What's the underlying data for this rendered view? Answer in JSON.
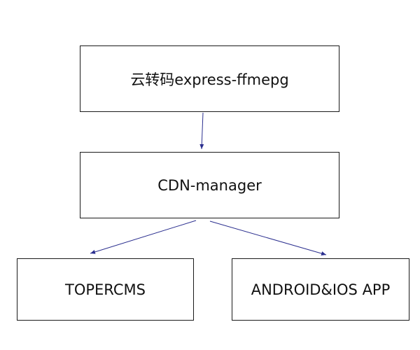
{
  "nodes": {
    "top": "云转码express-ffmepg",
    "middle": "CDN-manager",
    "left": "TOPERCMS",
    "right": "ANDROID&IOS APP"
  },
  "edges": [
    {
      "from": "top",
      "to": "middle"
    },
    {
      "from": "middle",
      "to": "left"
    },
    {
      "from": "middle",
      "to": "right"
    }
  ],
  "colors": {
    "arrow": "#2b2f8f",
    "border": "#1a1a1a",
    "text": "#111111"
  }
}
